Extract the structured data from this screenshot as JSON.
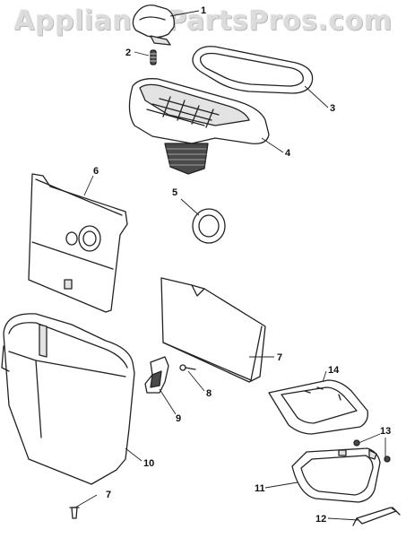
{
  "watermark": "AppliancePartsPros.com",
  "callouts": [
    {
      "id": "1",
      "label": "1"
    },
    {
      "id": "2",
      "label": "2"
    },
    {
      "id": "3",
      "label": "3"
    },
    {
      "id": "4",
      "label": "4"
    },
    {
      "id": "5",
      "label": "5"
    },
    {
      "id": "6",
      "label": "6"
    },
    {
      "id": "7a",
      "label": "7"
    },
    {
      "id": "8",
      "label": "8"
    },
    {
      "id": "9",
      "label": "9"
    },
    {
      "id": "10",
      "label": "10"
    },
    {
      "id": "14",
      "label": "14"
    },
    {
      "id": "13",
      "label": "13"
    },
    {
      "id": "11",
      "label": "11"
    },
    {
      "id": "7b",
      "label": "7"
    },
    {
      "id": "12",
      "label": "12"
    }
  ]
}
